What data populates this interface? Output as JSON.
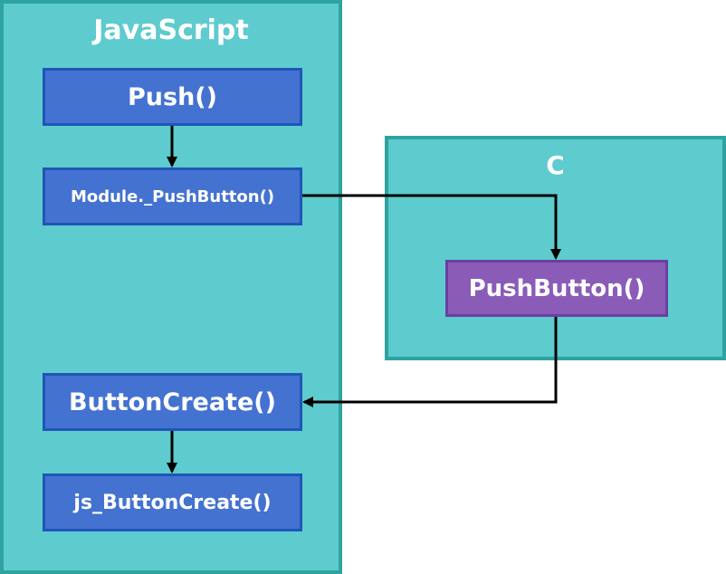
{
  "containers": {
    "javascript": {
      "title": "JavaScript"
    },
    "c": {
      "title": "C"
    }
  },
  "nodes": {
    "push": "Push()",
    "module_push_button": "Module._PushButton()",
    "push_button": "PushButton()",
    "button_create": "ButtonCreate()",
    "js_button_create": "js_ButtonCreate()"
  },
  "colors": {
    "container_fill": "#5ecbce",
    "container_border": "#2fa39f",
    "js_node_fill": "#4472d0",
    "js_node_border": "#1f56b8",
    "c_node_fill": "#8a5cb8",
    "c_node_border": "#6a3fa0",
    "text": "#ffffff",
    "arrow": "#000000"
  }
}
